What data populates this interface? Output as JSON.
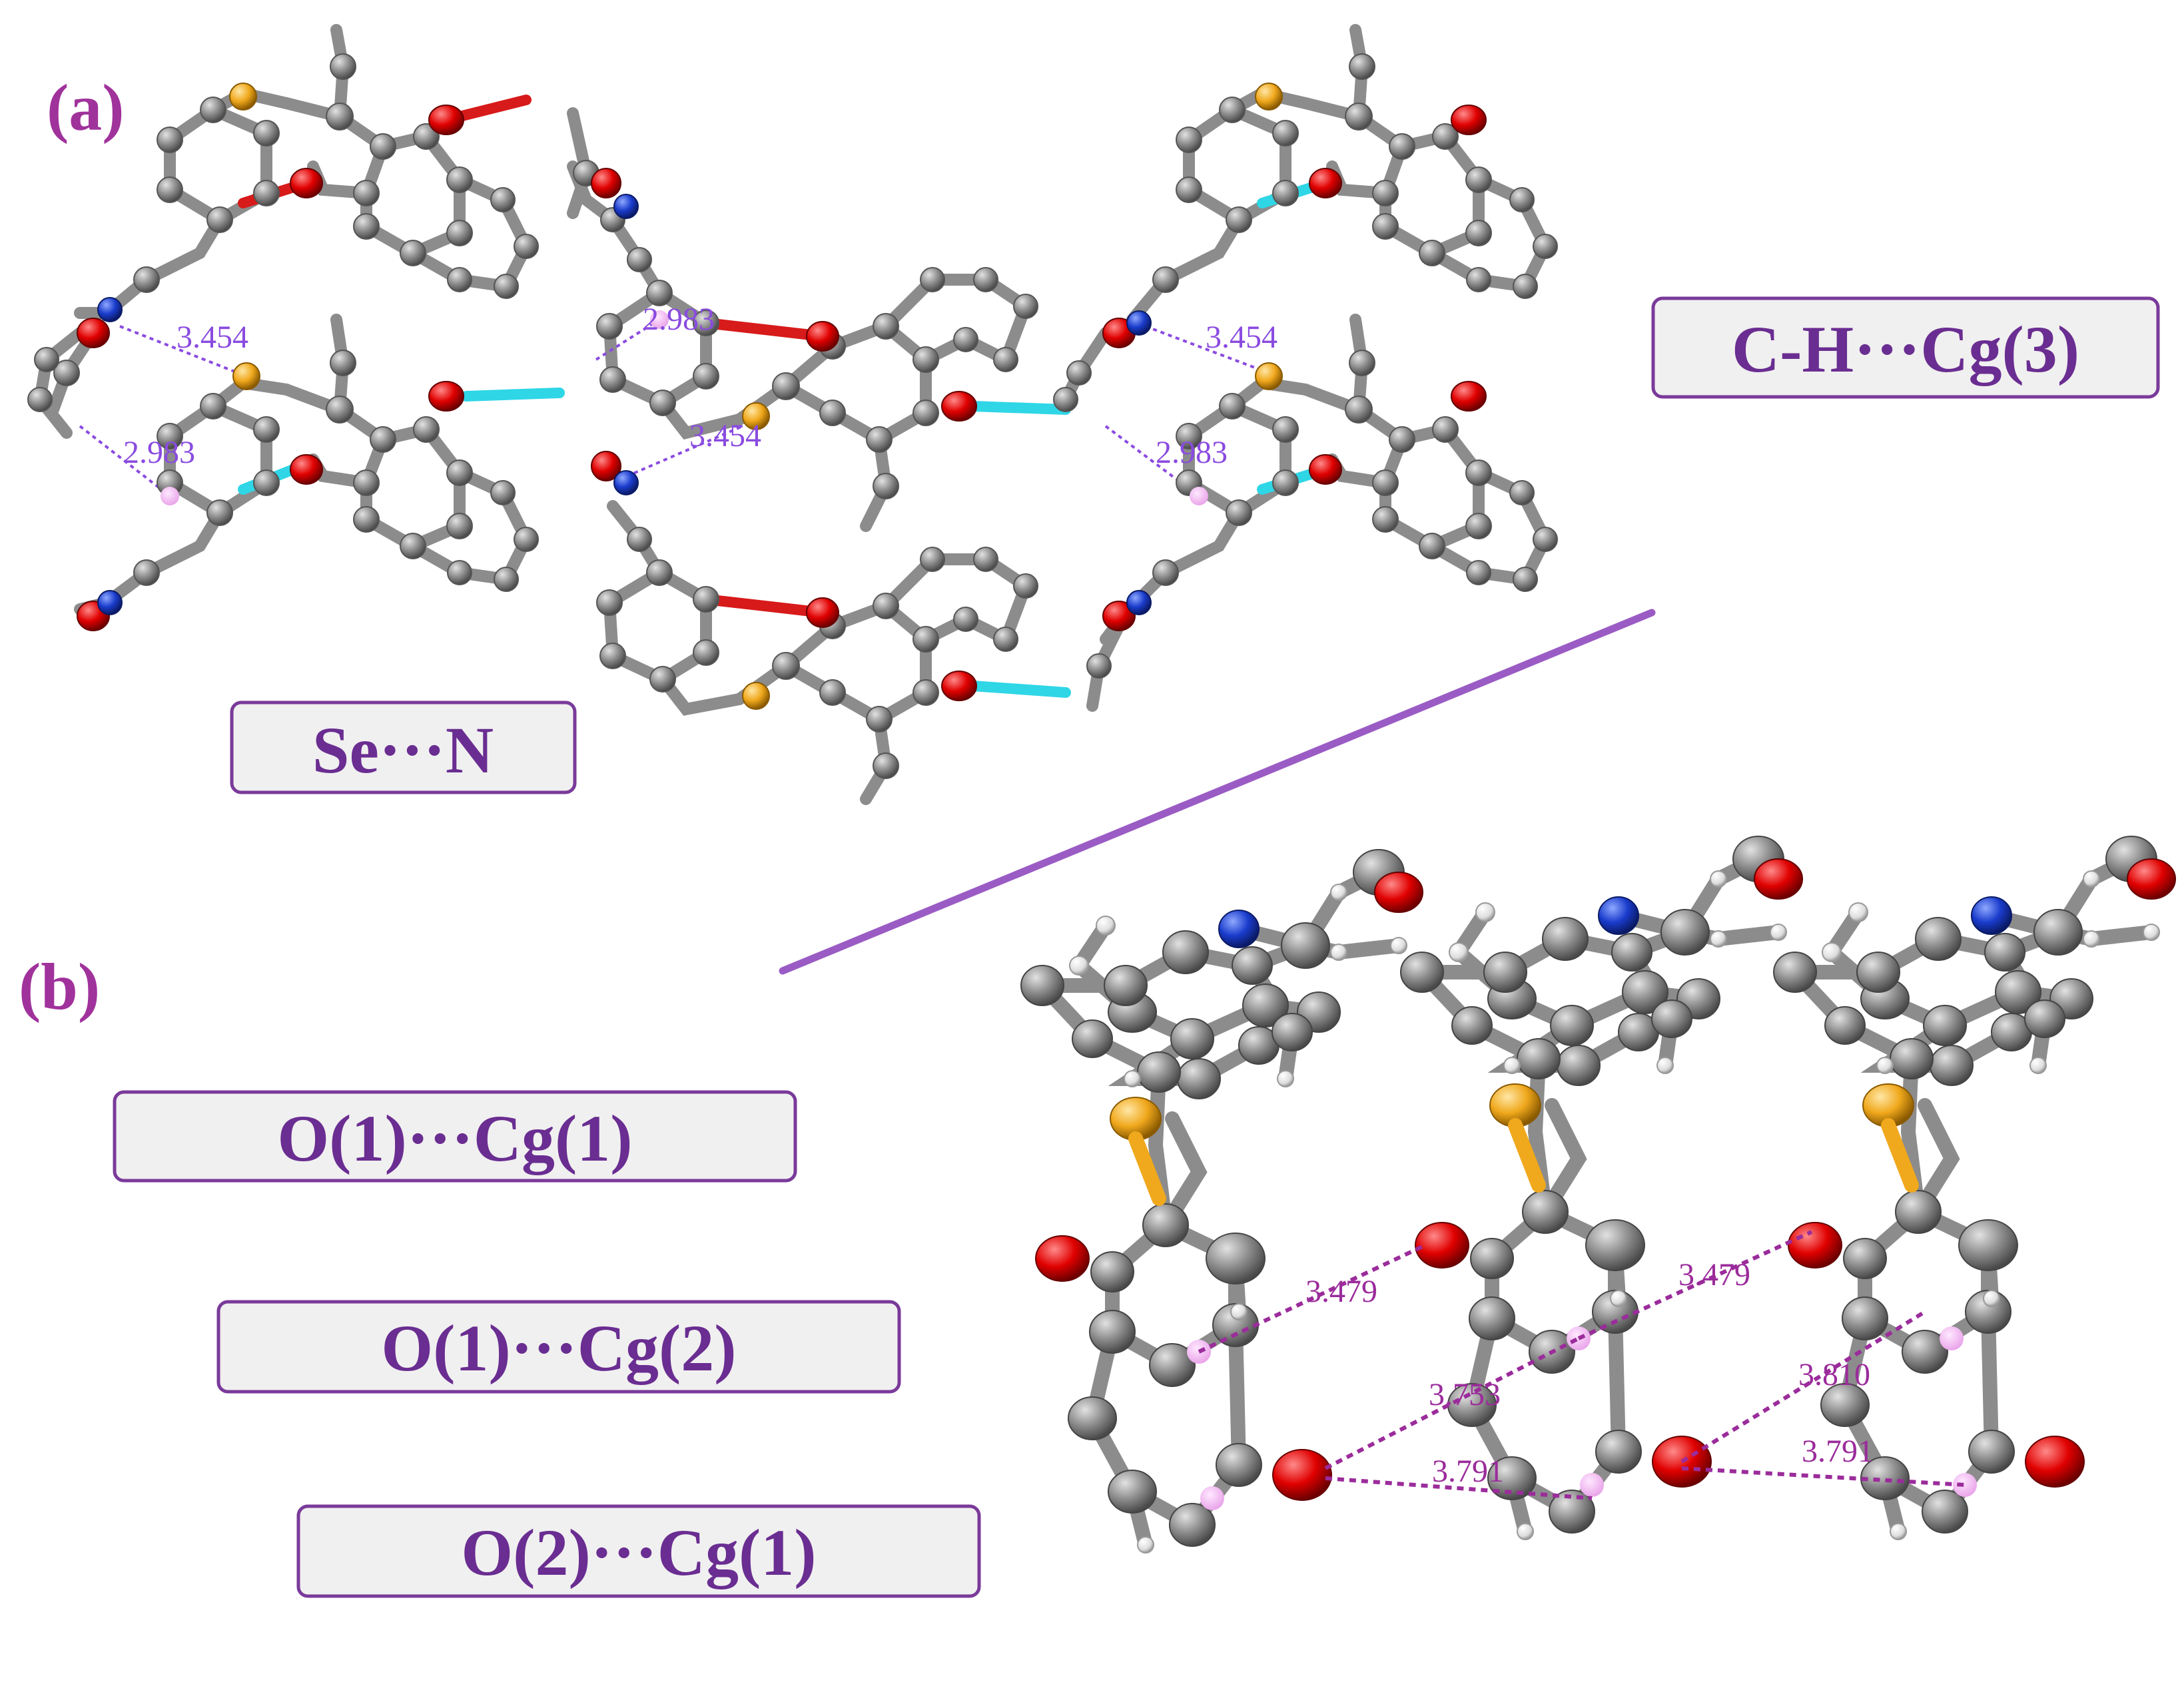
{
  "colors": {
    "panel_label": "#a0329c",
    "box_text": "#6a2d91",
    "box_border": "#7a3a9a",
    "box_fill": "#f0f0f0",
    "divider": "#9a5cc4",
    "dist_a": "#8a4be0",
    "dist_b": "#9b2c9b",
    "carbon": "#8c8c8c",
    "oxygen": "#e00000",
    "nitrogen": "#1a3ccc",
    "selenium": "#f0a81c",
    "hydrogen": "#eeeeee",
    "centroid": "#efb0ef",
    "hbond": "#2fd6e6",
    "red_contact": "#d71a1a"
  },
  "panels": {
    "a": {
      "label": "(a)",
      "boxes": {
        "se_n": "Se···N",
        "ch_cg3": "C-H···Cg(3)"
      },
      "distances": [
        "3.454",
        "2.983",
        "2.983",
        "3.454",
        "3.454",
        "2.983"
      ]
    },
    "b": {
      "label": "(b)",
      "boxes": {
        "o1_cg1": "O(1)···Cg(1)",
        "o1_cg2": "O(1)···Cg(2)",
        "o2_cg1": "O(2)···Cg(1)"
      },
      "distances": [
        "3.479",
        "3.479",
        "3.753",
        "3.791",
        "3.810",
        "3.791"
      ]
    }
  }
}
